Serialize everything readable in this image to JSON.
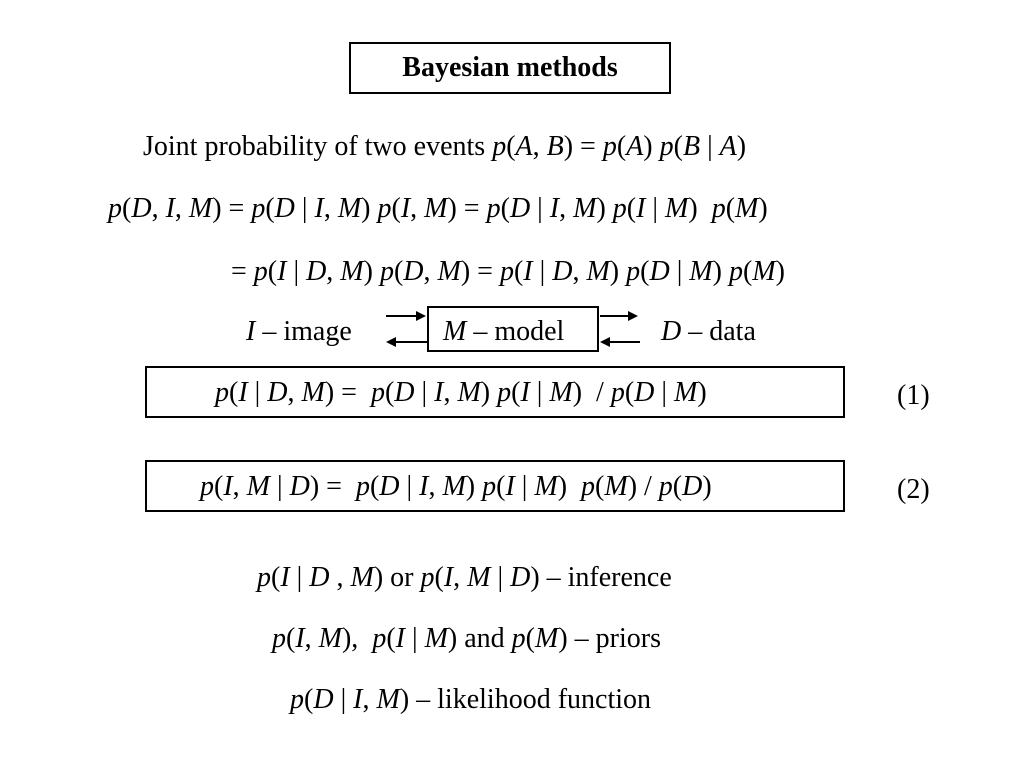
{
  "title": "Bayesian methods",
  "joint_intro": "Joint probability of two events",
  "eq_line1": {
    "lhs": "p(D, I, M)",
    "r1": "p(D | I, M) p(I, M)",
    "r2": "p(D | I, M) p(I | M)  p(M)"
  },
  "eq_line2": {
    "r1": "p(I | D, M) p(D, M)",
    "r2": "p(I | D, M) p(D | M) p(M)"
  },
  "variables": {
    "image": {
      "sym": "I",
      "desc": "image"
    },
    "model": {
      "sym": "M",
      "desc": "model"
    },
    "data": {
      "sym": "D",
      "desc": "data"
    }
  },
  "equation1": {
    "tag": "(1)"
  },
  "equation2": {
    "tag": "(2)"
  },
  "bottom": {
    "inference": "inference",
    "inference_or": "or",
    "priors_and": "and",
    "priors": "priors",
    "likelihood": "likelihood function"
  }
}
